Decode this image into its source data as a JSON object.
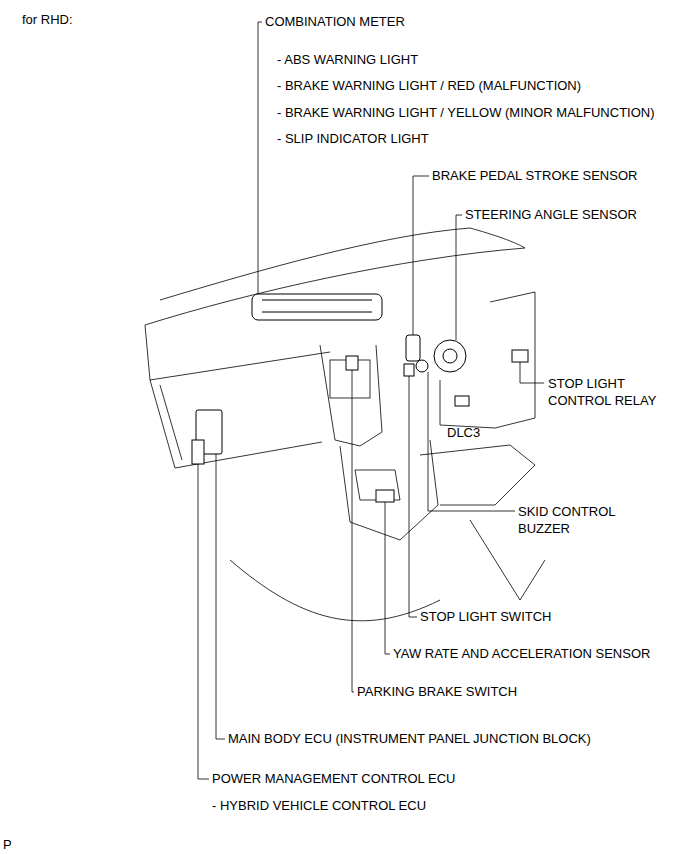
{
  "diagram": {
    "title": "for RHD:",
    "labels": [
      "COMBINATION METER",
      "- ABS WARNING LIGHT",
      "- BRAKE WARNING LIGHT / RED (MALFUNCTION)",
      "- BRAKE WARNING LIGHT / YELLOW (MINOR MALFUNCTION)",
      "- SLIP INDICATOR LIGHT",
      "BRAKE PEDAL STROKE SENSOR",
      "STEERING ANGLE SENSOR",
      "STOP LIGHT CONTROL RELAY",
      "DLC3",
      "SKID CONTROL BUZZER",
      "STOP LIGHT SWITCH",
      "YAW RATE AND ACCELERATION SENSOR",
      "PARKING BRAKE SWITCH",
      "MAIN BODY ECU (INSTRUMENT PANEL JUNCTION BLOCK)",
      "POWER MANAGEMENT CONTROL ECU",
      "- HYBRID VEHICLE CONTROL ECU",
      "P"
    ]
  }
}
